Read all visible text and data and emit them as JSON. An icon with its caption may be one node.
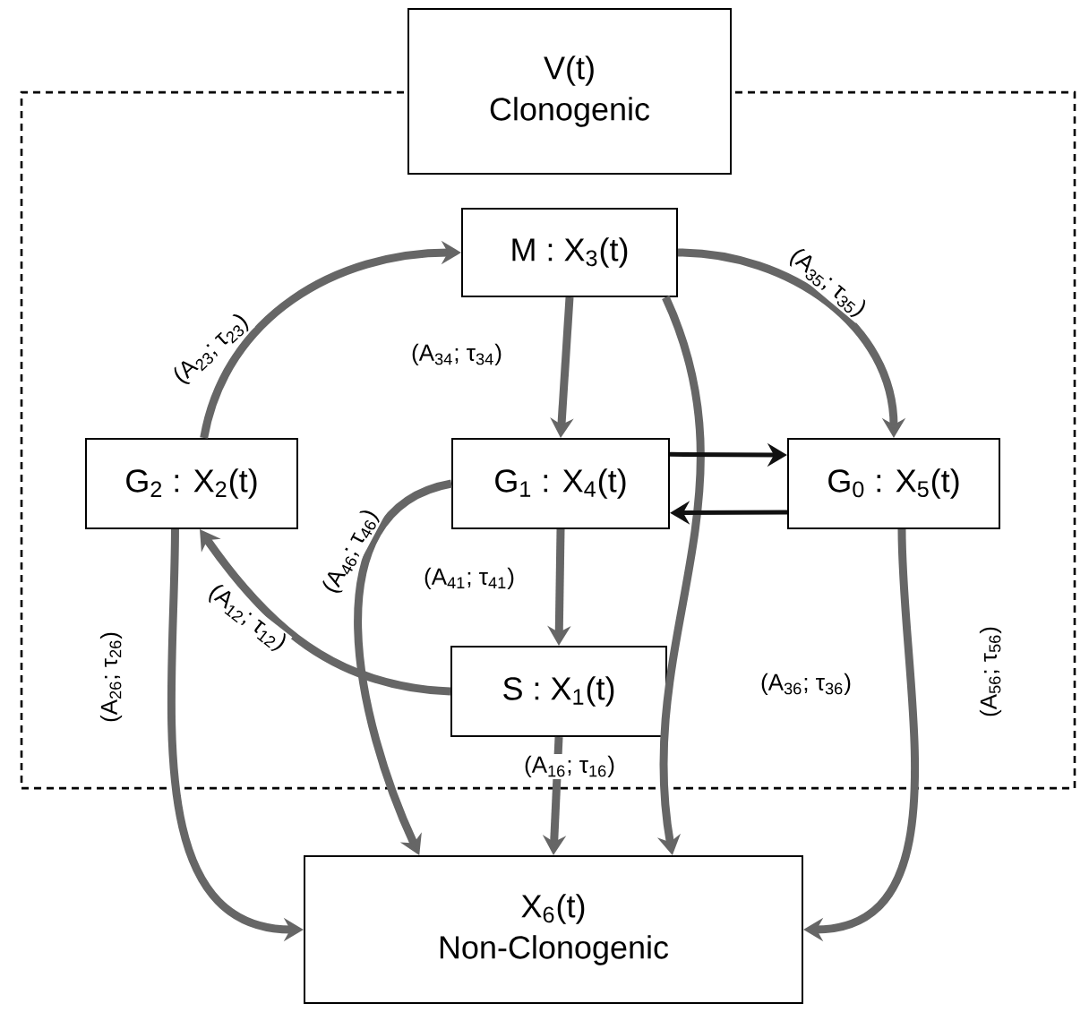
{
  "diagram": {
    "nodes": [
      {
        "text": [
          "V(t)",
          "Clonogenic"
        ]
      },
      {
        "text": [],
        "shape": "box"
      },
      {
        "text": [
          "M : X$_{3}$(t)"
        ],
        "in": 1
      },
      {
        "text": [
          "G$_{2}$ : X$_{2}$(t)"
        ],
        "in": 1
      },
      {
        "text": [
          "G$_{1}$ : X$_{4}$(t)"
        ],
        "in": 1
      },
      {
        "text": [
          "G$_{0}$ : X$_{5}$(t)"
        ],
        "in": 1
      },
      {
        "text": [
          "S : X$_{1}$(t)"
        ],
        "in": 1
      },
      {
        "text": [
          "X$_{6}$(t)",
          "Non-Clonogenic"
        ]
      }
    ],
    "edges": [
      {
        "from": 3,
        "to": 2,
        "arrow": "to",
        "label": "(A$_{23}$; τ$_{23}$)"
      },
      {
        "from": 2,
        "to": 4,
        "arrow": "to",
        "label": "(A$_{34}$; τ$_{34}$)"
      },
      {
        "from": 2,
        "to": 5,
        "arrow": "to",
        "label": "(A$_{35}$; τ$_{35}$)"
      },
      {
        "from": 2,
        "to": 7,
        "arrow": "to",
        "label": "(A$_{36}$; τ$_{36}$)"
      },
      {
        "from": 4,
        "to": 5,
        "arrow": "to",
        "color": "#111111"
      },
      {
        "from": 5,
        "to": 4,
        "arrow": "to",
        "color": "#111111"
      },
      {
        "from": 4,
        "to": 6,
        "arrow": "to",
        "label": "(A$_{41}$; τ$_{41}$)"
      },
      {
        "from": 4,
        "to": 7,
        "arrow": "to",
        "label": "(A$_{46}$; τ$_{46}$)"
      },
      {
        "from": 6,
        "to": 3,
        "arrow": "to",
        "label": "(A$_{12}$; τ$_{12}$)"
      },
      {
        "from": 6,
        "to": 7,
        "arrow": "to",
        "label": "(A$_{16}$; τ$_{16}$)"
      },
      {
        "from": 3,
        "to": 7,
        "arrow": "to",
        "label": "(A$_{26}$; τ$_{26}$)"
      },
      {
        "from": 5,
        "to": 7,
        "arrow": "to",
        "label": "(A$_{56}$; τ$_{56}$)"
      }
    ]
  }
}
